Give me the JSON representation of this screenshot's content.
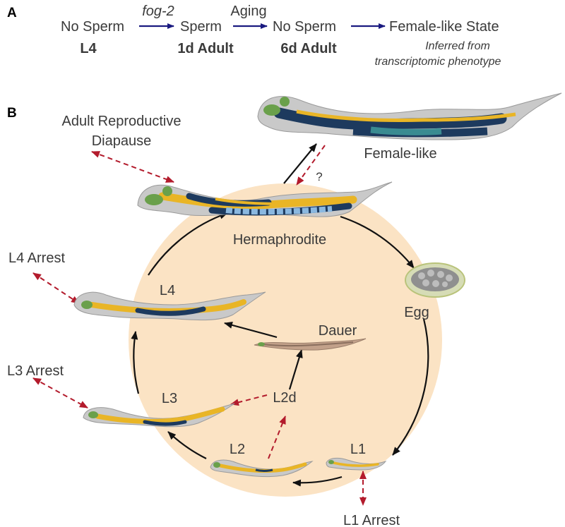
{
  "panel_a": {
    "label": "A",
    "steps": [
      {
        "state": "No Sperm",
        "stage": "L4"
      },
      {
        "state": "Sperm",
        "stage": "1d Adult"
      },
      {
        "state": "No Sperm",
        "stage": "6d Adult"
      },
      {
        "state": "Female-like State",
        "note_line1": "Inferred from",
        "note_line2": "transcriptomic phenotype"
      }
    ],
    "arrow_labels": [
      "fog-2",
      "Aging"
    ]
  },
  "panel_b": {
    "label": "B",
    "arrest_labels": {
      "adult_line1": "Adult Reproductive",
      "adult_line2": "Diapause",
      "l4": "L4 Arrest",
      "l3": "L3 Arrest",
      "l1": "L1 Arrest"
    },
    "stage_labels": {
      "hermaphrodite": "Hermaphrodite",
      "female_like": "Female-like",
      "question": "?",
      "egg": "Egg",
      "l1": "L1",
      "l2": "L2",
      "l2d": "L2d",
      "l3": "L3",
      "l4": "L4",
      "dauer": "Dauer"
    },
    "colors": {
      "cycle_fill": "#fbe3c4",
      "worm_body": "#c9c9c9",
      "gut": "#e9b526",
      "gonad": "#1d3a5e",
      "pharynx": "#6aa04b",
      "egg": "#d6dcb6",
      "arrest_arrow": "#b31b2c",
      "panel_a_arrow": "#1a1a80"
    }
  }
}
